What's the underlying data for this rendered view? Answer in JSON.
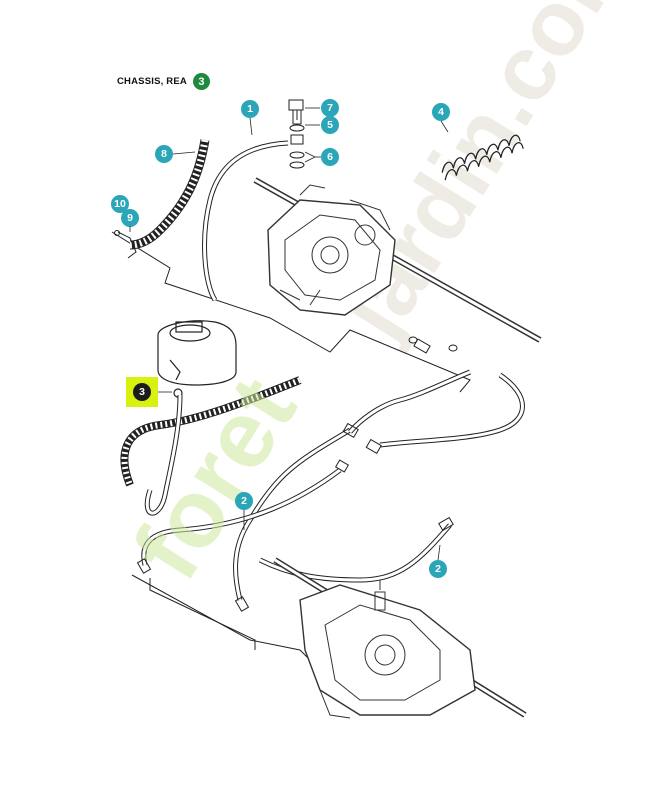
{
  "header": {
    "title": "CHASSIS, REA",
    "badge": "3"
  },
  "callouts": [
    {
      "label": "1"
    },
    {
      "label": "7"
    },
    {
      "label": "5"
    },
    {
      "label": "6"
    },
    {
      "label": "4"
    },
    {
      "label": "8"
    },
    {
      "label": "10"
    },
    {
      "label": "9"
    },
    {
      "label": "3"
    },
    {
      "label": "2"
    },
    {
      "label": "2"
    }
  ],
  "watermark": {
    "left": "foret",
    "right": "jardin.com"
  },
  "colors": {
    "callout": "#2aa6b8",
    "header_badge": "#1e8a3e",
    "highlight": "#d9f011",
    "line": "#222222"
  }
}
